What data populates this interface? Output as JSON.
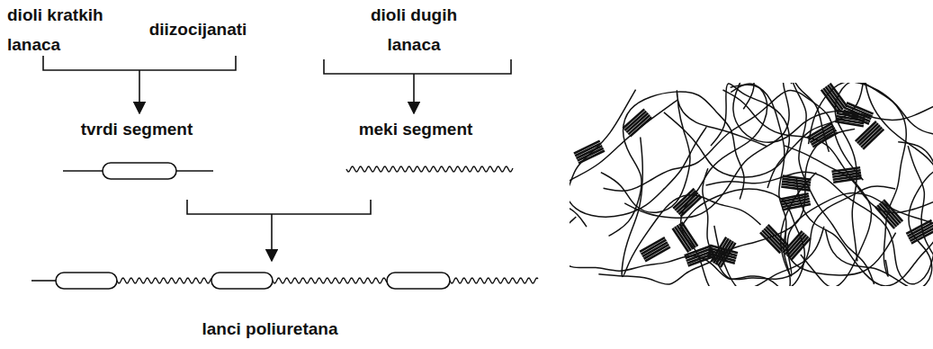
{
  "diagram": {
    "labels": [
      "dioli kratkih lanaca",
      "diizocijanati",
      "dioli dugih lanaca",
      "tvrdi segment",
      "meki segment",
      "lanci poliuretana"
    ]
  }
}
